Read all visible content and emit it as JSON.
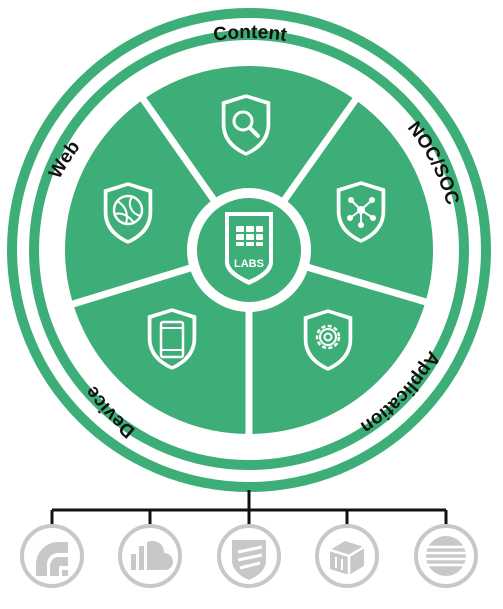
{
  "hub": {
    "label": "LABS"
  },
  "segments": [
    {
      "id": "content",
      "label": "Content",
      "icon": "magnifier-shield-icon"
    },
    {
      "id": "noc-soc",
      "label": "NOC/SOC",
      "icon": "network-nodes-shield-icon"
    },
    {
      "id": "application",
      "label": "Application",
      "icon": "gear-shield-icon"
    },
    {
      "id": "device",
      "label": "Device",
      "icon": "mobile-device-shield-icon"
    },
    {
      "id": "web",
      "label": "Web",
      "icon": "globe-shield-icon"
    }
  ],
  "bottom_icons": [
    {
      "name": "wireless-product-icon"
    },
    {
      "name": "cloud-product-icon"
    },
    {
      "name": "fortiguard-shield-product-icon"
    },
    {
      "name": "appliance-box-product-icon"
    },
    {
      "name": "firewall-lines-product-icon"
    }
  ],
  "colors": {
    "green": "#3dae77",
    "ring_background": "#ffffff",
    "divider": "#ffffff",
    "label": "#111111",
    "tree_line": "#111111",
    "bottom_icon_stroke": "#c8c8c8",
    "bottom_icon_fill": "#c8c8c8"
  }
}
